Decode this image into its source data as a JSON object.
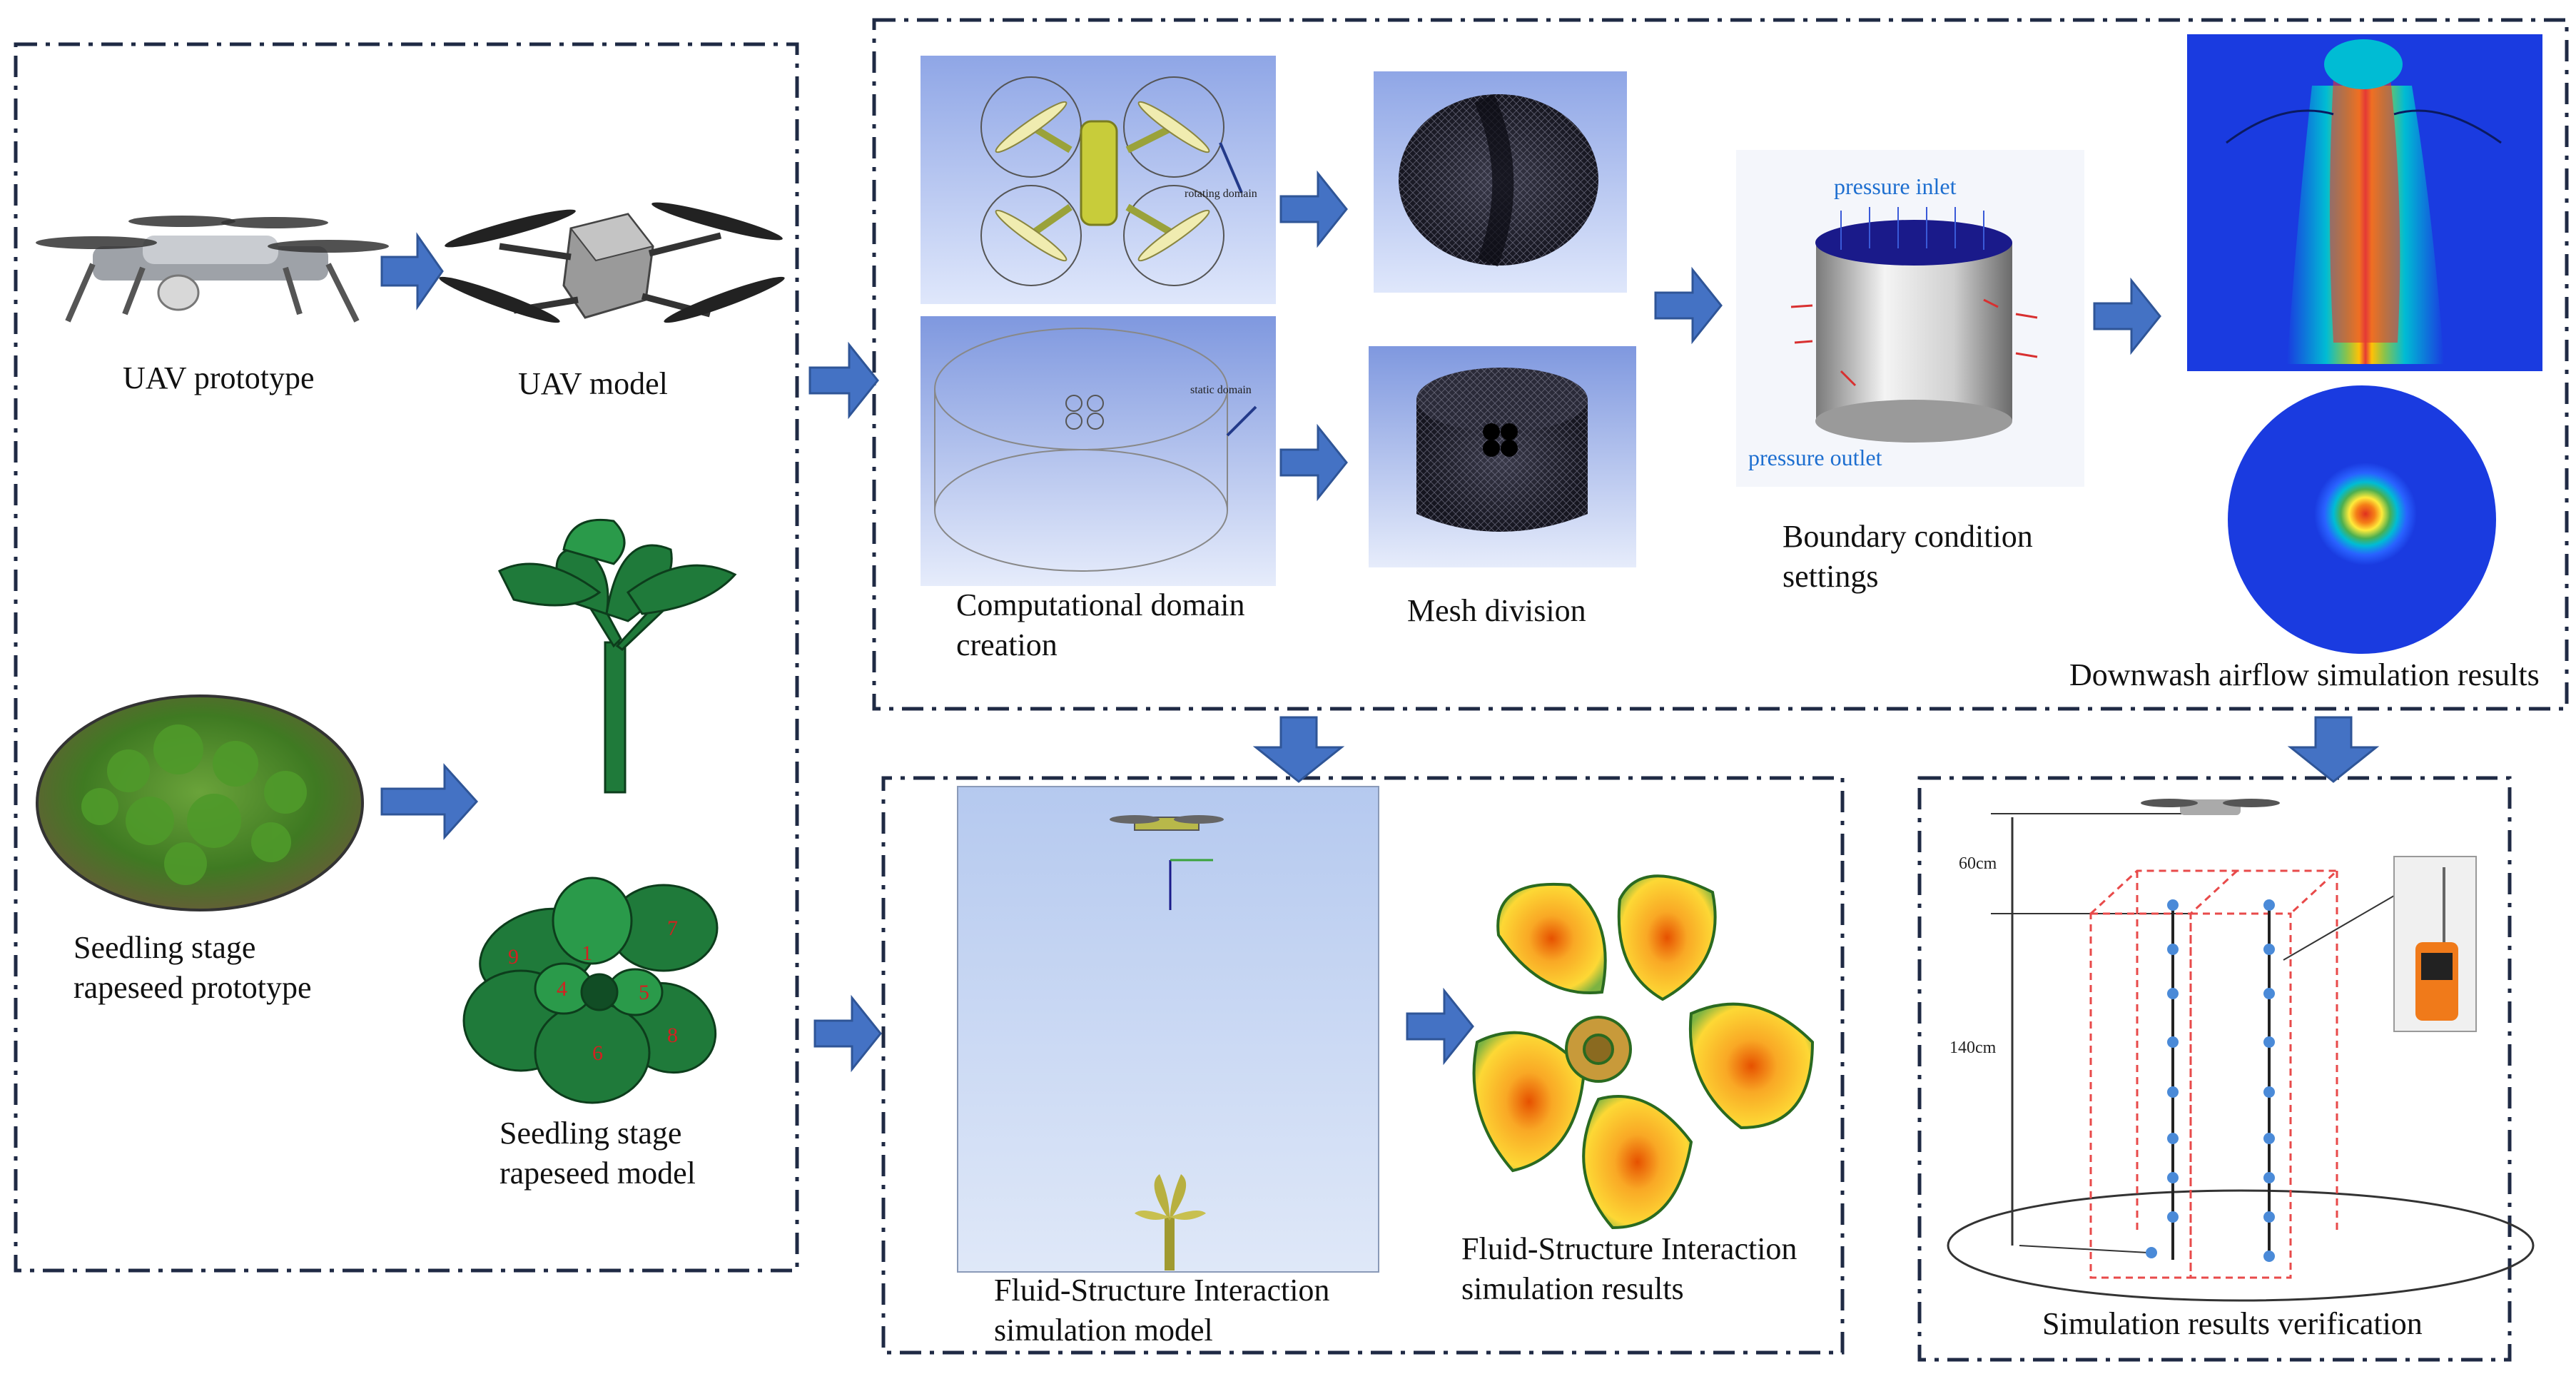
{
  "labels": {
    "uav_prototype": "UAV prototype",
    "uav_model": "UAV model",
    "rapeseed_prototype": "Seedling stage\nrapeseed prototype",
    "rapeseed_model": "Seedling stage\nrapeseed model",
    "computational_domain": "Computational domain\ncreation",
    "mesh_division": "Mesh division",
    "boundary_condition": "Boundary condition\nsettings",
    "downwash_results": "Downwash airflow simulation results",
    "fsi_model": "Fluid-Structure Interaction\nsimulation model",
    "fsi_results": "Fluid-Structure Interaction\nsimulation results",
    "verification": "Simulation results verification"
  },
  "annotations": {
    "rotating_domain": "rotating domain",
    "static_domain": "static domain",
    "pressure_inlet": "pressure inlet",
    "pressure_outlet": "pressure outlet",
    "height_top": "60cm",
    "height_bottom": "140cm"
  },
  "leaf_numbers": [
    "9",
    "7",
    "1",
    "4",
    "5",
    "6",
    "8"
  ],
  "colors": {
    "frame": "#1f2a44",
    "arrow": "#4472c4",
    "domain_bg": "#9db2e8",
    "leaf_green": "#1f7a3a",
    "grid_red": "#e84a4a",
    "sensor_dot": "#4a8ad8"
  }
}
